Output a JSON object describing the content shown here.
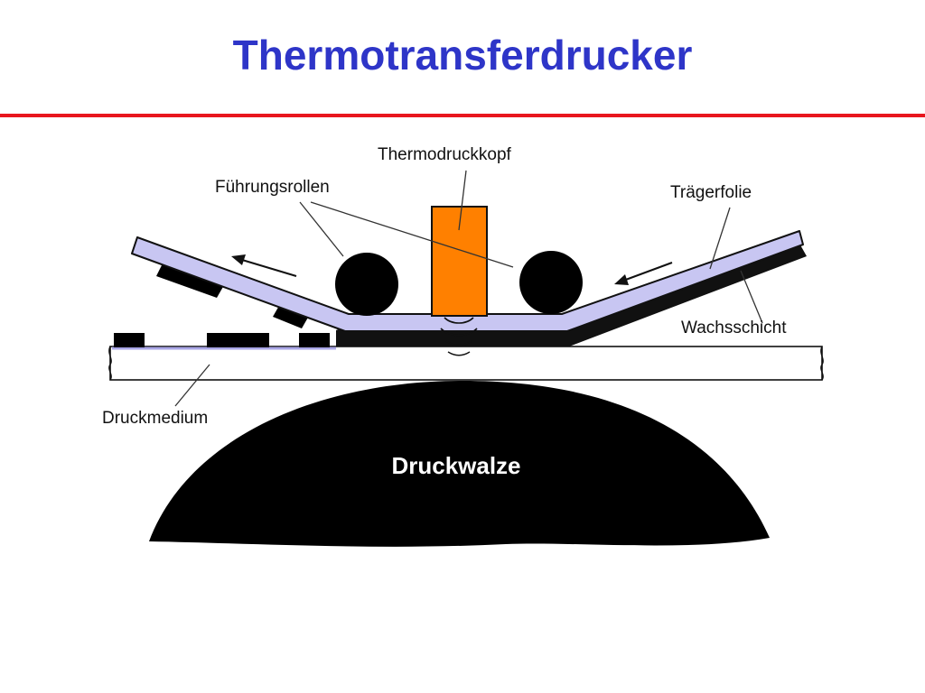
{
  "slide": {
    "title": "Thermotransferdrucker"
  },
  "colors": {
    "title": "#2e35c8",
    "rule": "#e8161d",
    "film": "#c8c6f2",
    "wax": "#111111",
    "head": "#ff8000",
    "ink": "#000000"
  },
  "diagram": {
    "labels": {
      "print_head": "Thermodruckkopf",
      "guide_rollers": "Führungsrollen",
      "carrier_film": "Trägerfolie",
      "wax_layer": "Wachsschicht",
      "print_medium": "Druckmedium",
      "platen_roller": "Druckwalze"
    }
  }
}
